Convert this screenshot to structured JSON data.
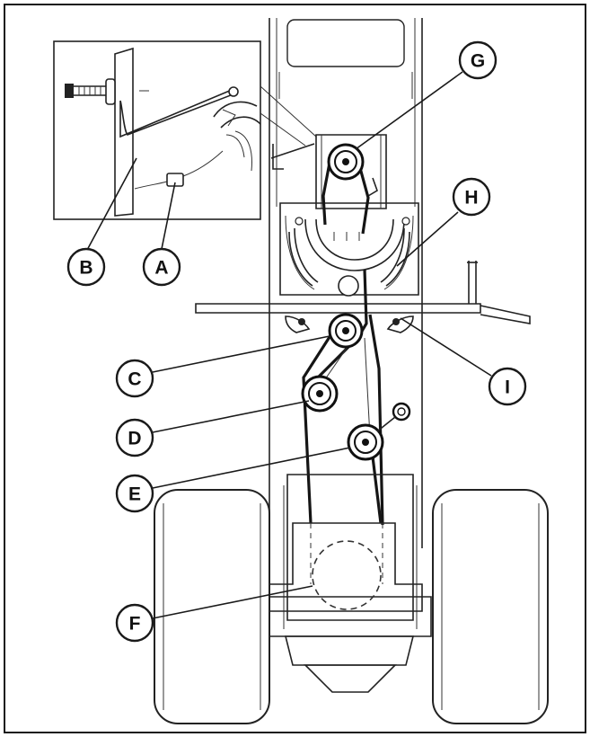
{
  "callouts": {
    "a": "A",
    "b": "B",
    "c": "C",
    "d": "D",
    "e": "E",
    "f": "F",
    "g": "G",
    "h": "H",
    "i": "I"
  },
  "colors": {
    "line": "#222222",
    "belt": "#151515",
    "background": "#ffffff"
  }
}
